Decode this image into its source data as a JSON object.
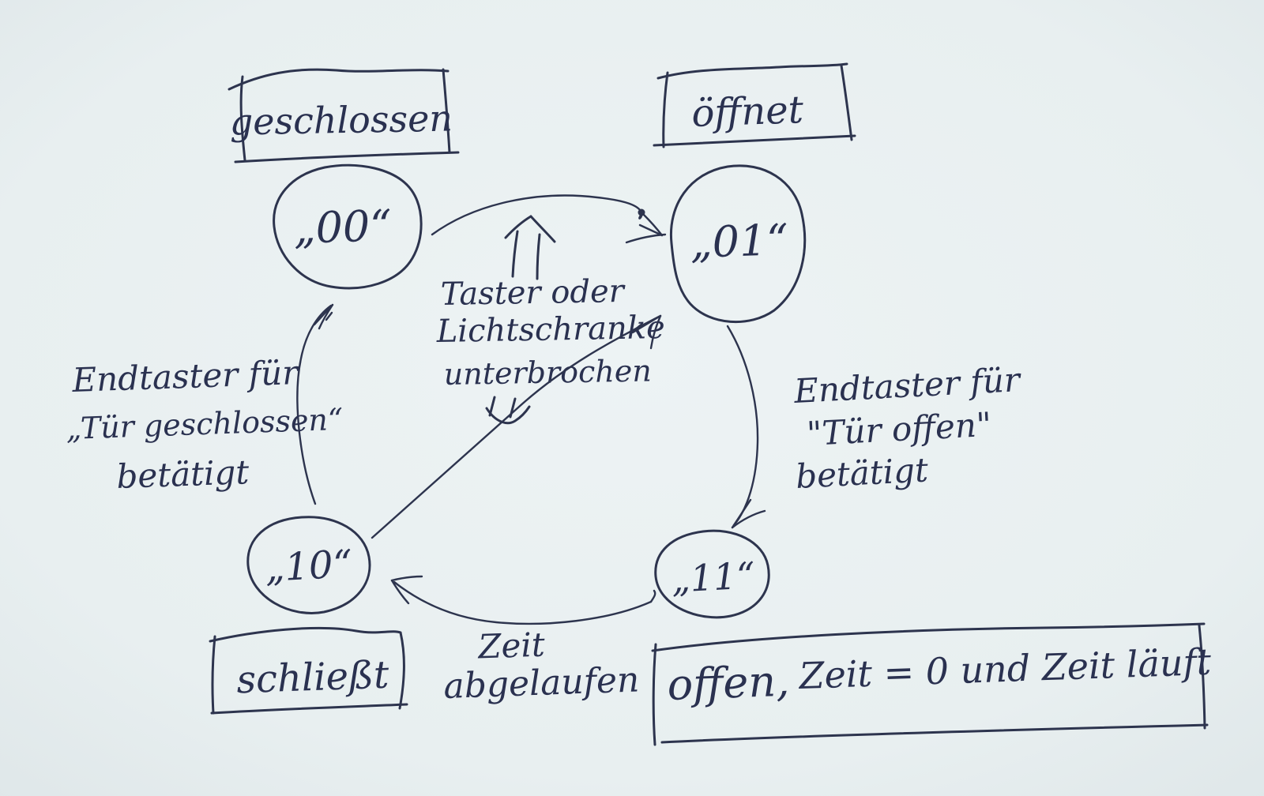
{
  "paper": {
    "background_color": "#e9f0f1",
    "ink_color": "#2d344e",
    "description": "hand-drawn state diagram of a door controller (German)"
  },
  "boxes": {
    "closed": {
      "label": "geschlossen"
    },
    "opening": {
      "label": "öffnet"
    },
    "closing": {
      "label": "schließt"
    },
    "open": {
      "label_state": "offen,",
      "label_timer": "Zeit = 0 und Zeit läuft"
    }
  },
  "states": {
    "s00": {
      "label": "„00“"
    },
    "s01": {
      "label": "„01“"
    },
    "s10": {
      "label": "„10“"
    },
    "s11": {
      "label": "„11“"
    }
  },
  "transitions": {
    "trigger_open": {
      "lines": [
        "Taster oder",
        "Lichtschranke",
        "unterbrochen"
      ]
    },
    "limit_open": {
      "lines": [
        "Endtaster für",
        "\"Tür offen\"",
        "betätigt"
      ]
    },
    "limit_closed": {
      "lines": [
        "Endtaster für",
        "„Tür geschlossen“",
        "betätigt"
      ]
    },
    "time_elapsed": {
      "lines": [
        "Zeit",
        "abgelaufen"
      ]
    }
  }
}
